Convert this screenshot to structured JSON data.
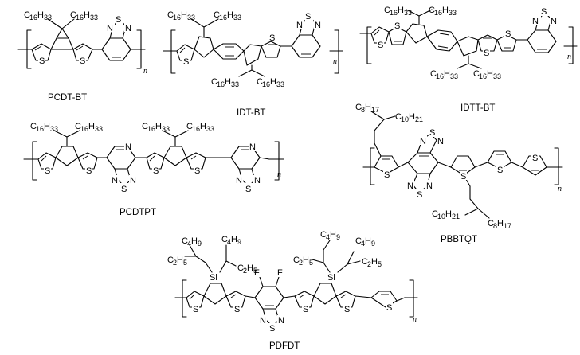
{
  "compounds": [
    {
      "id": "pcdt-bt",
      "name": "PCDT-BT"
    },
    {
      "id": "idt-bt",
      "name": "IDT-BT"
    },
    {
      "id": "idtt-bt",
      "name": "IDTT-BT"
    },
    {
      "id": "pcdtpt",
      "name": "PCDTPT"
    },
    {
      "id": "pbbtqt",
      "name": "PBBTQT"
    },
    {
      "id": "pdfdt",
      "name": "PDFDT"
    }
  ],
  "labels": {
    "repeat_index": "n",
    "alkyl_c16": {
      "base": "C",
      "n1": "16",
      "mid": "H",
      "n2": "33"
    },
    "alkyl_c8": {
      "base": "C",
      "n1": "8",
      "mid": "H",
      "n2": "17"
    },
    "alkyl_c10": {
      "base": "C",
      "n1": "10",
      "mid": "H",
      "n2": "21"
    },
    "alkyl_c4": {
      "base": "C",
      "n1": "4",
      "mid": "H",
      "n2": "9"
    },
    "alkyl_c2": {
      "base": "C",
      "n1": "2",
      "mid": "H",
      "n2": "5"
    },
    "atom_s": "S",
    "atom_n": "N",
    "atom_f": "F",
    "atom_si": "Si"
  }
}
